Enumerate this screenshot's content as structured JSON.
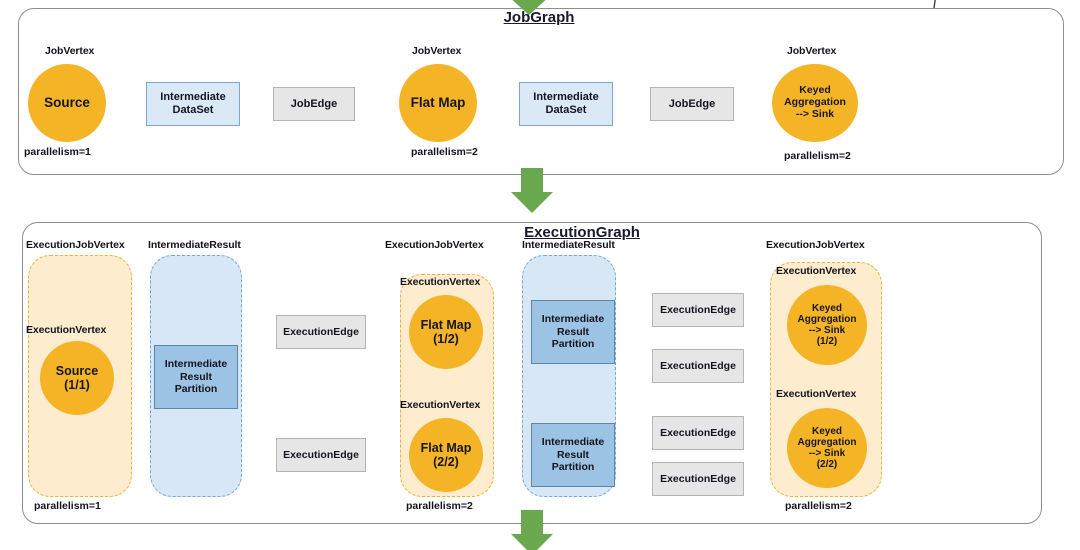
{
  "figure": {
    "accent_orange": "#f5b426",
    "accent_green": "#6aa84f",
    "blue_light": "#dbe9f7",
    "blue_mid": "#9cc3e4",
    "grey_box": "#e6e6e6",
    "group_orange_fill": "#fdeccd",
    "group_blue_fill": "#d8e7f6"
  },
  "job_graph": {
    "title": "JobGraph",
    "captions": {
      "job_vertex": "JobVertex",
      "parallelism_1": "parallelism=1",
      "parallelism_2": "parallelism=2"
    },
    "nodes": [
      {
        "id": "source",
        "kind": "vertex",
        "label": "Source",
        "caption": "JobVertex",
        "parallelism": "parallelism=1"
      },
      {
        "id": "ids-1",
        "kind": "dataset",
        "label": "Intermediate\nDataSet"
      },
      {
        "id": "jobedge-1",
        "kind": "edge",
        "label": "JobEdge"
      },
      {
        "id": "flatmap",
        "kind": "vertex",
        "label": "Flat Map",
        "caption": "JobVertex",
        "parallelism": "parallelism=2"
      },
      {
        "id": "ids-2",
        "kind": "dataset",
        "label": "Intermediate\nDataSet"
      },
      {
        "id": "jobedge-2",
        "kind": "edge",
        "label": "JobEdge"
      },
      {
        "id": "keyed-agg",
        "kind": "vertex",
        "label": "Keyed\nAggregation\n--> Sink",
        "caption": "JobVertex",
        "parallelism": "parallelism=2"
      }
    ]
  },
  "execution_graph": {
    "title": "ExecutionGraph",
    "captions": {
      "execution_job_vertex": "ExecutionJobVertex",
      "execution_vertex": "ExecutionVertex",
      "intermediate_result": "IntermediateResult",
      "parallelism_1": "parallelism=1",
      "parallelism_2": "parallelism=2"
    },
    "groups": [
      {
        "id": "ejv-source",
        "caption": "ExecutionJobVertex",
        "parallelism": "parallelism=1"
      },
      {
        "id": "ir-1",
        "caption": "IntermediateResult"
      },
      {
        "id": "ejv-flatmap",
        "caption": "ExecutionJobVertex",
        "parallelism": "parallelism=2"
      },
      {
        "id": "ir-2",
        "caption": "IntermediateResult"
      },
      {
        "id": "ejv-keyed",
        "caption": "ExecutionJobVertex",
        "parallelism": "parallelism=2"
      }
    ],
    "vertices": [
      {
        "id": "source-1-1",
        "label": "Source\n(1/1)",
        "caption": "ExecutionVertex"
      },
      {
        "id": "flatmap-1-2",
        "label": "Flat Map\n(1/2)",
        "caption": "ExecutionVertex"
      },
      {
        "id": "flatmap-2-2",
        "label": "Flat Map\n(2/2)",
        "caption": "ExecutionVertex"
      },
      {
        "id": "keyed-1-2",
        "label": "Keyed\nAggregation\n--> Sink\n(1/2)",
        "caption": "ExecutionVertex"
      },
      {
        "id": "keyed-2-2",
        "label": "Keyed\nAggregation\n--> Sink\n(2/2)",
        "caption": "ExecutionVertex"
      }
    ],
    "partitions": [
      {
        "id": "irp-1",
        "label": "Intermediate\nResult\nPartition"
      },
      {
        "id": "irp-2",
        "label": "Intermediate\nResult\nPartition"
      },
      {
        "id": "irp-3",
        "label": "Intermediate\nResult\nPartition"
      }
    ],
    "edges": [
      {
        "id": "ee-1",
        "label": "ExecutionEdge"
      },
      {
        "id": "ee-2",
        "label": "ExecutionEdge"
      },
      {
        "id": "ee-3",
        "label": "ExecutionEdge"
      },
      {
        "id": "ee-4",
        "label": "ExecutionEdge"
      },
      {
        "id": "ee-5",
        "label": "ExecutionEdge"
      },
      {
        "id": "ee-6",
        "label": "ExecutionEdge"
      }
    ]
  }
}
